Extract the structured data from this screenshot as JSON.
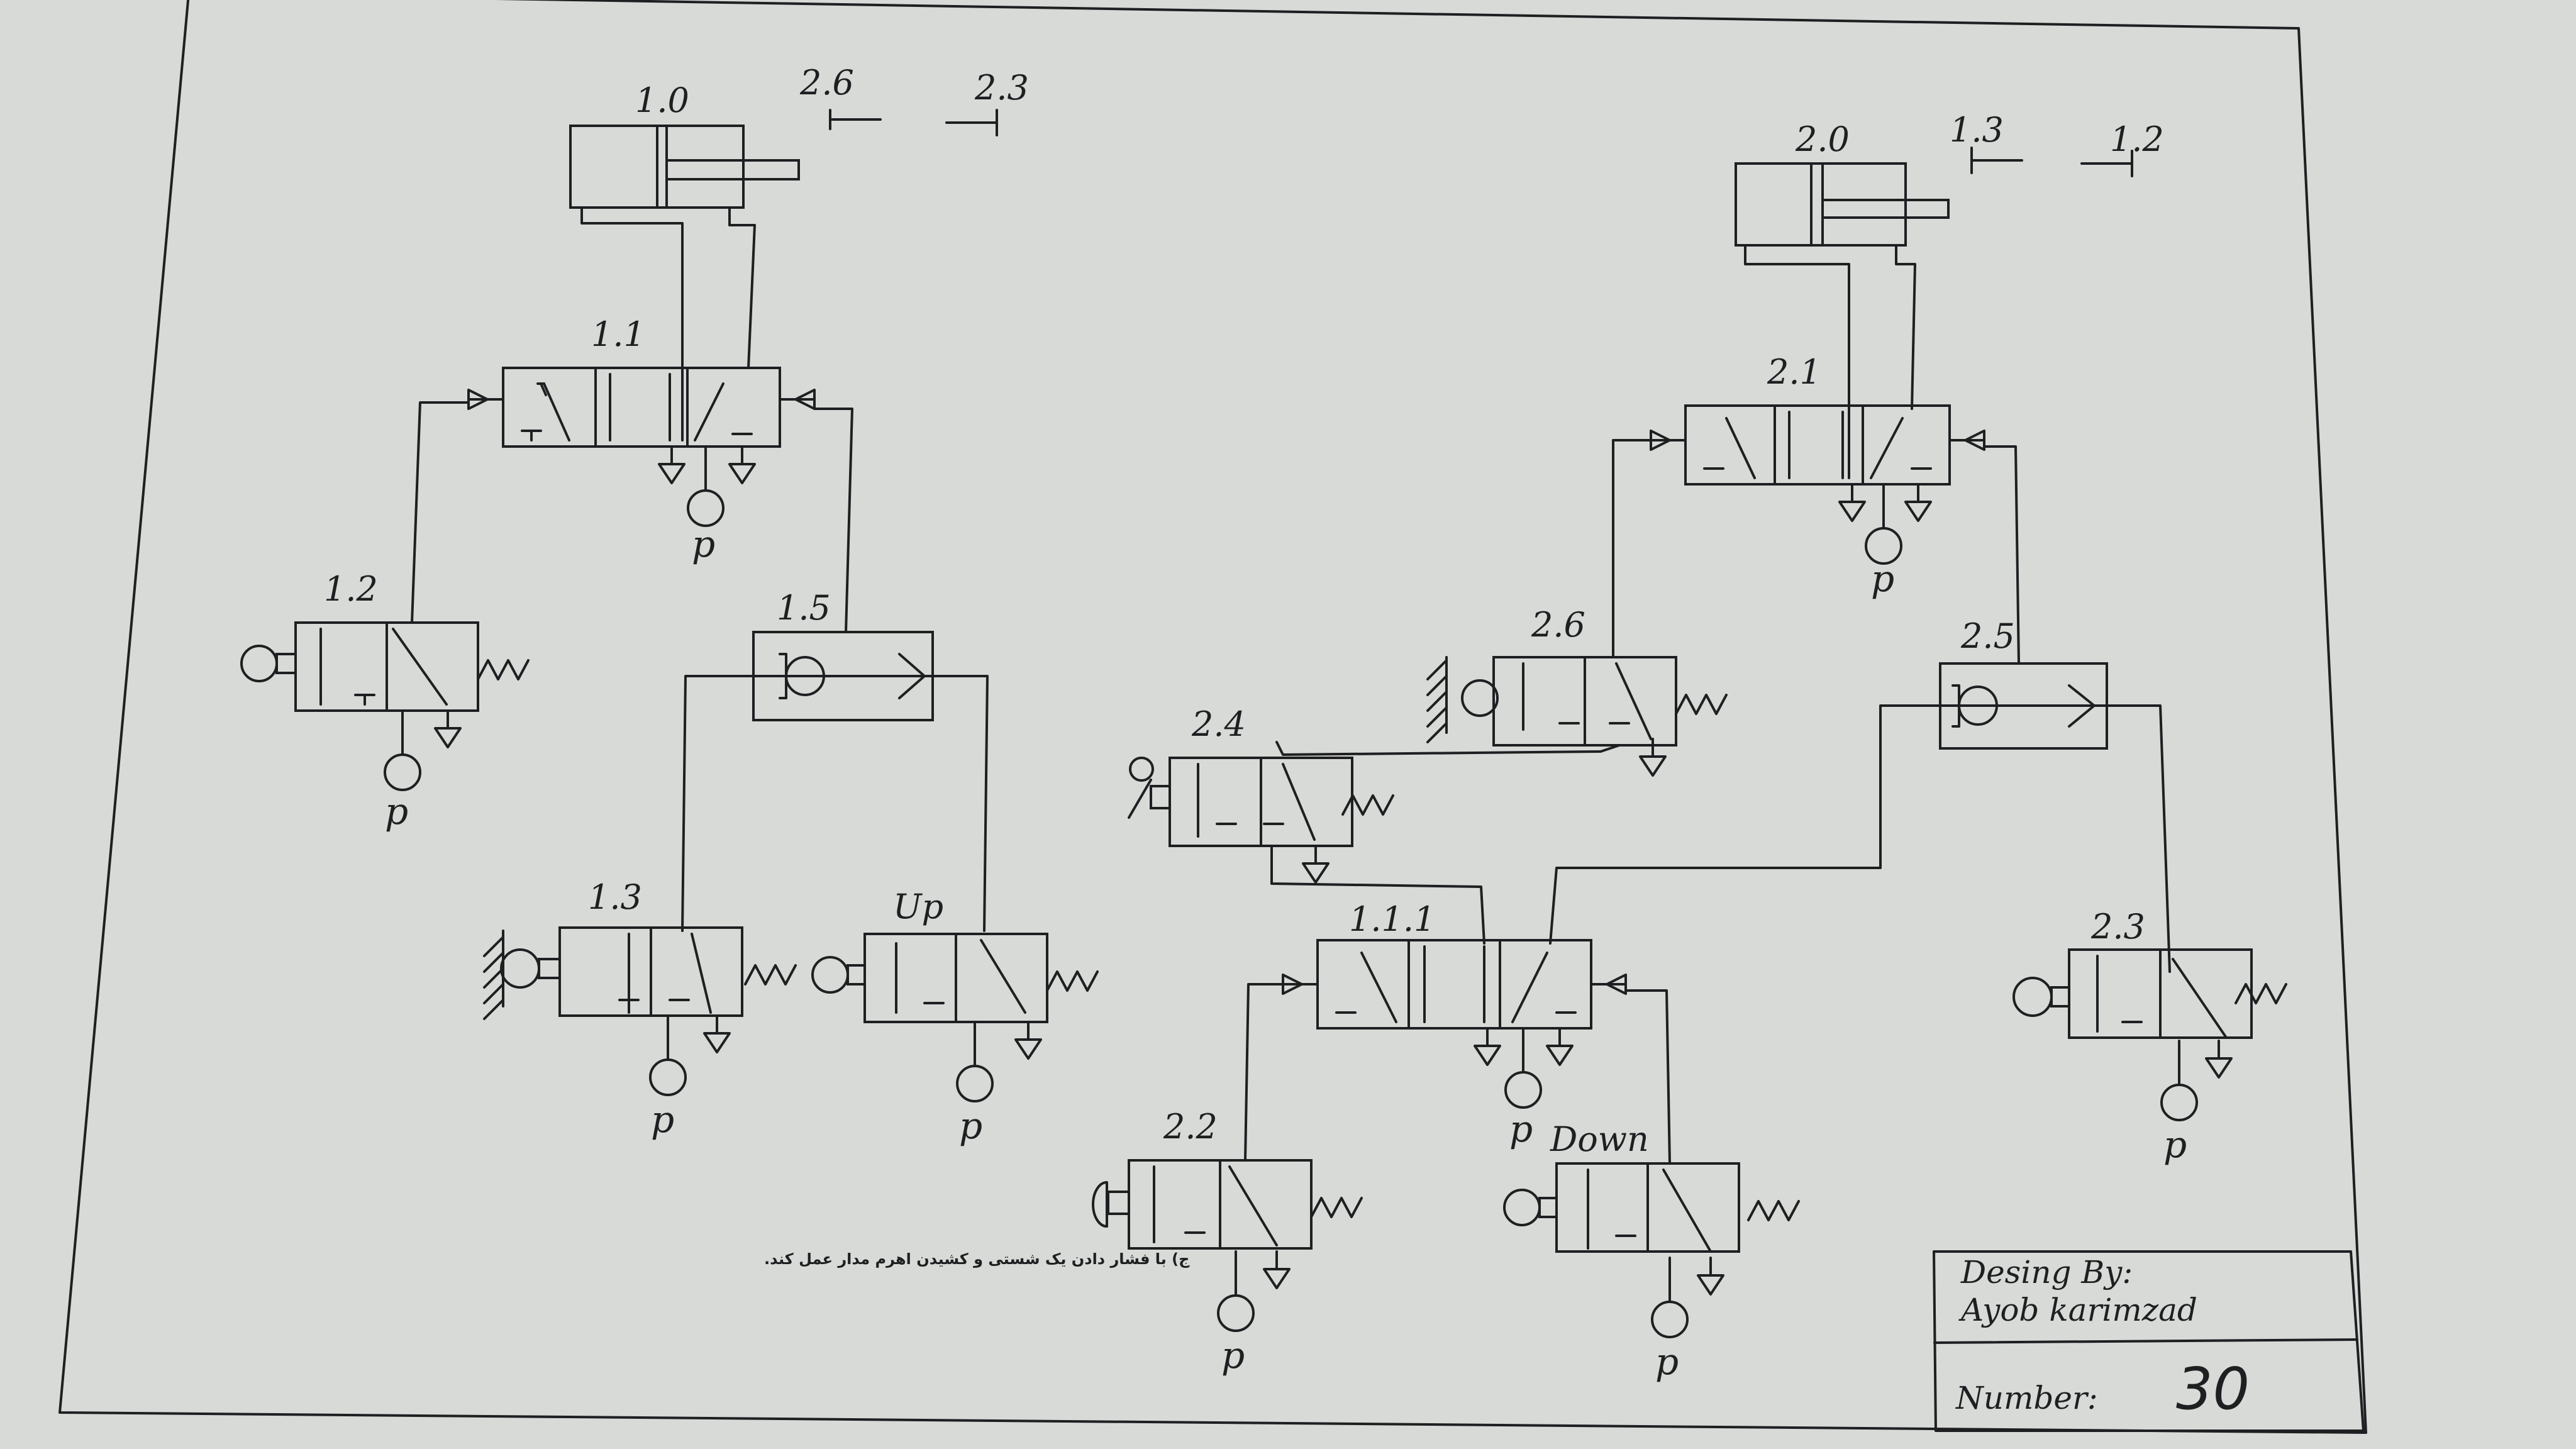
{
  "diagram": {
    "cylinders": {
      "c10": "1.0",
      "c20": "2.0"
    },
    "limit_switches": {
      "ls26": "2.6",
      "ls23": "2.3",
      "ls13": "1.3",
      "ls12": "1.2"
    },
    "valves": {
      "v11": "1.1",
      "v12": "1.2",
      "v15": "1.5",
      "v13": "1.3",
      "vup": "Up",
      "v21": "2.1",
      "v26": "2.6",
      "v25": "2.5",
      "v24": "2.4",
      "v111": "1.1.1",
      "v23": "2.3",
      "v22": "2.2",
      "vdown": "Down"
    },
    "pressure_label": "p",
    "note": "ج) با فشار دادن یک شستی و کشیدن اهرم مدار عمل کند."
  },
  "title_block": {
    "designed_by_label": "Desing By:",
    "designer": "Ayob karimzad",
    "number_label": "Number:",
    "number": "30"
  }
}
